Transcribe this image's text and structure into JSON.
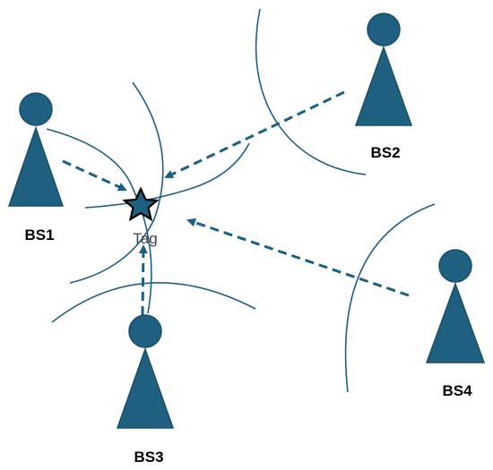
{
  "diagram": {
    "colors": {
      "accent": "#1f5f7f",
      "station_fill": "#1f5f7f",
      "station_stroke": "#1b4f69",
      "arc": "#1f5f7f",
      "arrow": "#1f5f7f",
      "tag_star_fill": "#1f5f7f",
      "tag_star_outline": "#000000",
      "label": "#000000",
      "tag_label": "#444444"
    },
    "tag": {
      "label": "Tag",
      "icon": "star-icon"
    },
    "base_stations": [
      {
        "id": "BS1",
        "label": "BS1",
        "icon": "base-station-icon"
      },
      {
        "id": "BS2",
        "label": "BS2",
        "icon": "base-station-icon"
      },
      {
        "id": "BS3",
        "label": "BS3",
        "icon": "base-station-icon"
      },
      {
        "id": "BS4",
        "label": "BS4",
        "icon": "base-station-icon"
      }
    ]
  }
}
